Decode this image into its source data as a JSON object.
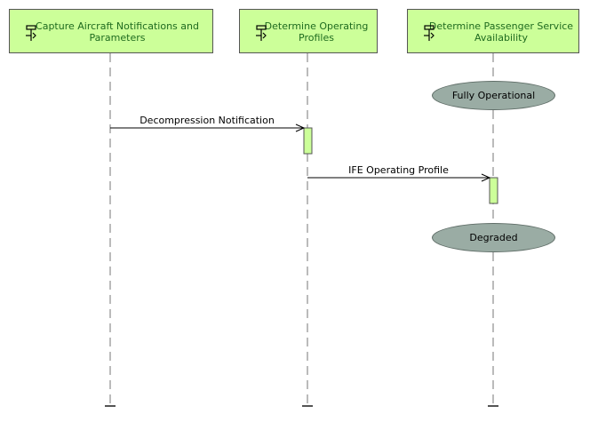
{
  "lifelines": [
    {
      "id": "capture",
      "title": "Capture Aircraft Notifications and\nParameters",
      "icon": "function-icon"
    },
    {
      "id": "determine-profiles",
      "title": "Determine Operating\nProfiles",
      "icon": "function-icon"
    },
    {
      "id": "determine-service",
      "title": "Determine  Passenger Service\nAvailability",
      "icon": "function-icon"
    }
  ],
  "states": [
    {
      "label": "Fully Operational"
    },
    {
      "label": "Degraded"
    }
  ],
  "messages": [
    {
      "label": "Decompression Notification"
    },
    {
      "label": "IFE Operating Profile"
    }
  ],
  "colors": {
    "lifeline_fill": "#ccff99",
    "lifeline_text": "#1f6b1f",
    "state_fill": "#9aaca4",
    "activation_fill": "#ccff99"
  }
}
